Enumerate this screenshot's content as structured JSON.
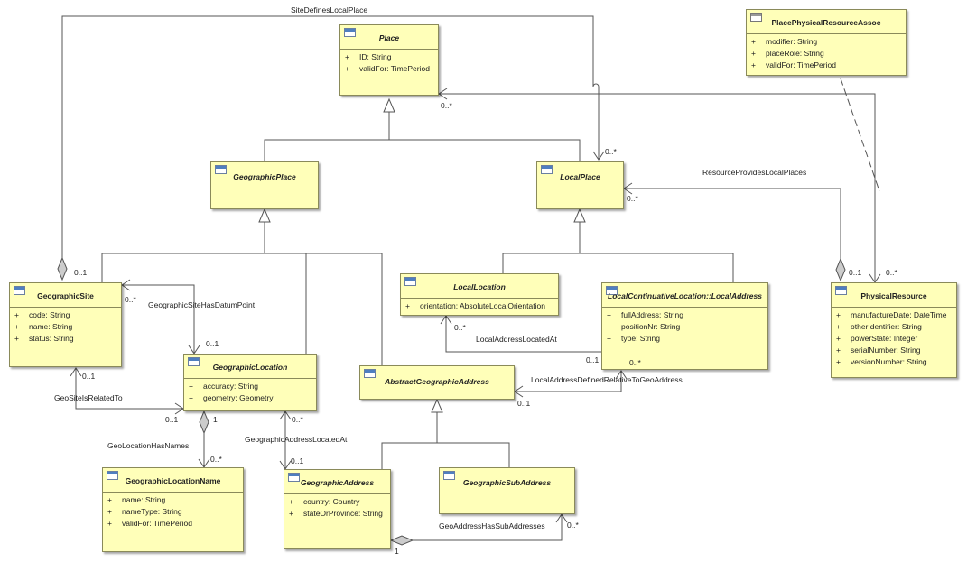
{
  "classes": {
    "place": {
      "name": "Place",
      "attrs": [
        {
          "vis": "+",
          "text": "ID: String"
        },
        {
          "vis": "+",
          "text": "validFor: TimePeriod"
        }
      ]
    },
    "assoc": {
      "name": "PlacePhysicalResourceAssoc",
      "attrs": [
        {
          "vis": "+",
          "text": "modifier: String"
        },
        {
          "vis": "+",
          "text": "placeRole: String"
        },
        {
          "vis": "+",
          "text": "validFor: TimePeriod"
        }
      ]
    },
    "geographic_place": {
      "name": "GeographicPlace"
    },
    "local_place": {
      "name": "LocalPlace"
    },
    "geographic_site": {
      "name": "GeographicSite",
      "attrs": [
        {
          "vis": "+",
          "text": "code: String"
        },
        {
          "vis": "+",
          "text": "name: String"
        },
        {
          "vis": "+",
          "text": "status: String"
        }
      ]
    },
    "local_location": {
      "name": "LocalLocation",
      "attrs": [
        {
          "vis": "+",
          "text": "orientation: AbsoluteLocalOrientation"
        }
      ]
    },
    "local_continuative": {
      "name": "LocalContinuativeLocation::LocalAddress",
      "attrs": [
        {
          "vis": "+",
          "text": "fullAddress: String"
        },
        {
          "vis": "+",
          "text": "positionNr: String"
        },
        {
          "vis": "+",
          "text": "type: String"
        }
      ]
    },
    "physical_resource": {
      "name": "PhysicalResource",
      "attrs": [
        {
          "vis": "+",
          "text": "manufactureDate: DateTime"
        },
        {
          "vis": "+",
          "text": "otherIdentifier: String"
        },
        {
          "vis": "+",
          "text": "powerState: Integer"
        },
        {
          "vis": "+",
          "text": "serialNumber: String"
        },
        {
          "vis": "+",
          "text": "versionNumber: String"
        }
      ]
    },
    "geographic_location": {
      "name": "GeographicLocation",
      "attrs": [
        {
          "vis": "+",
          "text": "accuracy: String"
        },
        {
          "vis": "+",
          "text": "geometry: Geometry"
        }
      ]
    },
    "abstract_address": {
      "name": "AbstractGeographicAddress"
    },
    "location_name": {
      "name": "GeographicLocationName",
      "attrs": [
        {
          "vis": "+",
          "text": "name: String"
        },
        {
          "vis": "+",
          "text": "nameType: String"
        },
        {
          "vis": "+",
          "text": "validFor: TimePeriod"
        }
      ]
    },
    "geographic_address": {
      "name": "GeographicAddress",
      "attrs": [
        {
          "vis": "+",
          "text": "country: Country"
        },
        {
          "vis": "+",
          "text": "stateOrProvince: String"
        }
      ]
    },
    "geographic_subaddress": {
      "name": "GeographicSubAddress"
    }
  },
  "associations": {
    "site_defines": "SiteDefinesLocalPlace",
    "resource_provides": "ResourceProvidesLocalPlaces",
    "datum_point": "GeographicSiteHasDatumPoint",
    "local_address_located": "LocalAddressLocatedAt",
    "local_address_relative": "LocalAddressDefinedRelativeToGeoAddress",
    "site_related": "GeoSiteIsRelatedTo",
    "location_names": "GeoLocationHasNames",
    "address_located": "GeographicAddressLocatedAt",
    "sub_addresses": "GeoAddressHasSubAddresses"
  },
  "multiplicities": {
    "place_many": "0..*",
    "local_place_site": "0..*",
    "local_place_res": "0..*",
    "site_one": "0..1",
    "site_datum_many": "0..*",
    "location_datum_one": "0..1",
    "site_related_one": "0..1",
    "location_related_one": "0..1",
    "location_names_one": "1",
    "names_many": "0..*",
    "location_address_many": "0..*",
    "address_located_one": "0..1",
    "local_location_many": "0..*",
    "local_cont_one": "0..1",
    "local_cont_many": "0..*",
    "abstract_one": "0..1",
    "res_one": "0..1",
    "res_many": "0..*",
    "address_sub_one": "1",
    "subaddress_many": "0..*"
  }
}
